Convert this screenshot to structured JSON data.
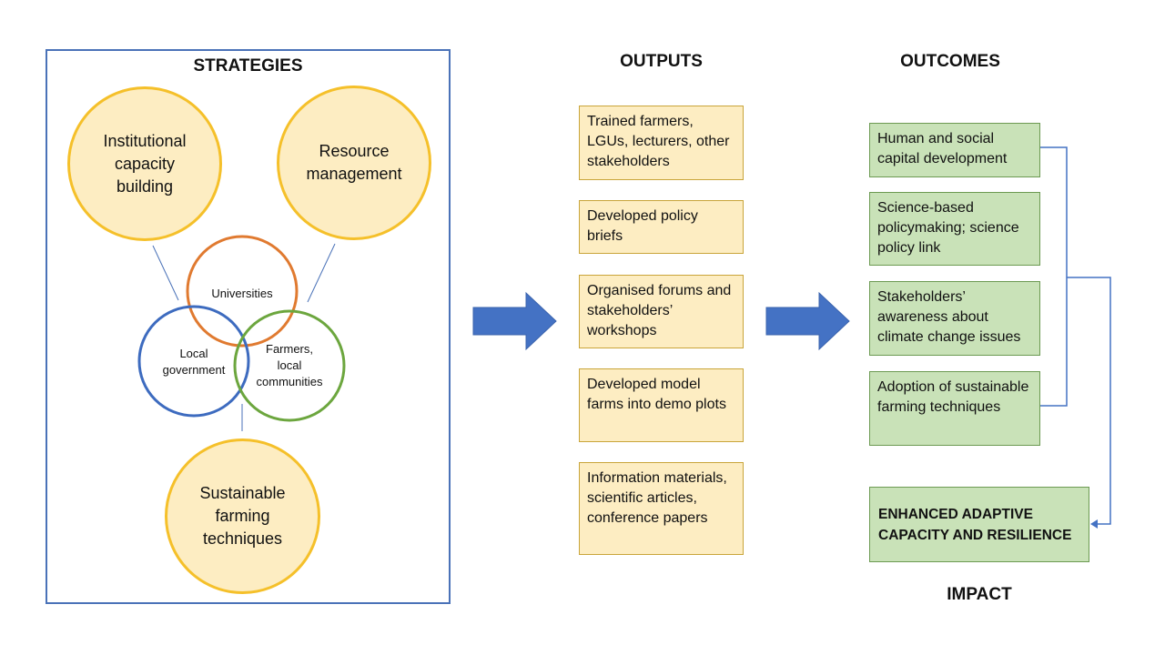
{
  "strategies": {
    "title": "STRATEGIES",
    "institutional": [
      "Institutional",
      "capacity",
      "building"
    ],
    "resource": [
      "Resource",
      "management"
    ],
    "sustainable": [
      "Sustainable",
      "farming",
      "techniques"
    ],
    "universities": "Universities",
    "local_government": [
      "Local",
      "government"
    ],
    "farmers": [
      "Farmers,",
      "local",
      "communities"
    ]
  },
  "outputs": {
    "title": "OUTPUTS",
    "items": [
      "Trained farmers, LGUs, lecturers, other stakeholders",
      "Developed policy briefs",
      "Organised forums and stakeholders’ workshops",
      "Developed model farms into demo plots",
      "Information materials, scientific articles, conference papers"
    ]
  },
  "outcomes": {
    "title": "OUTCOMES",
    "items": [
      "Human and social capital development",
      "Science-based policymaking; science policy link",
      "Stakeholders’ awareness about climate change issues",
      "Adoption of sustainable farming techniques"
    ]
  },
  "impact": {
    "box_line1": "ENHANCED ADAPTIVE",
    "box_line2": "CAPACITY AND RESILIENCE",
    "label": "IMPACT"
  },
  "colors": {
    "frame_blue": "#4a72b8",
    "arrow_blue": "#4472c4",
    "yellow_border": "#f5c02a",
    "yellow_fill": "#fdedc2",
    "green_fill": "#c9e2b8",
    "ring_orange": "#e07a30",
    "ring_blue": "#3d6bbf",
    "ring_green": "#6ca63e"
  }
}
